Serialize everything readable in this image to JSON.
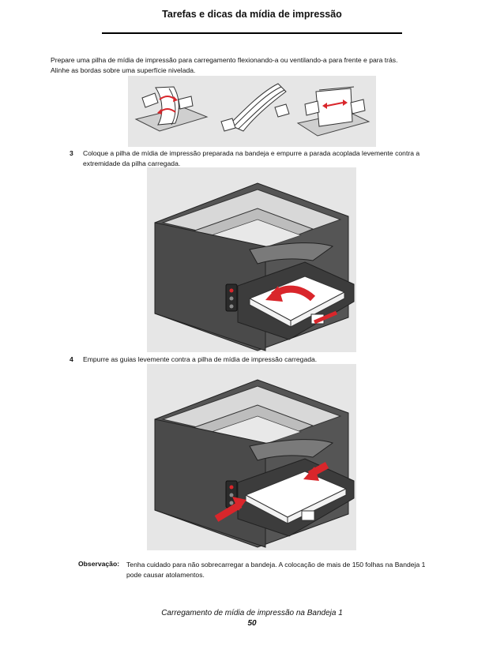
{
  "header": {
    "title": "Tarefas e dicas da mídia de impressão"
  },
  "intro": {
    "line1": "Prepare uma pilha de mídia de impressão para carregamento flexionando-a ou ventilando-a para frente e para trás.",
    "line2": "Alinhe as bordas sobre uma superfície nivelada."
  },
  "steps": [
    {
      "number": "3",
      "line1": "Coloque a pilha de mídia de impressão preparada na bandeja e empurre a parada acoplada levemente contra a",
      "line2": "extremidade da pilha carregada."
    },
    {
      "number": "4",
      "line1": "Empurre as guias levemente contra a pilha de mídia de impressão carregada."
    }
  ],
  "note": {
    "label": "Observação:",
    "line1": "Tenha cuidado para não sobrecarregar a bandeja. A colocação de mais de 150 folhas na Bandeja 1",
    "line2": "pode causar atolamentos."
  },
  "footer": {
    "title": "Carregamento de mídia de impressão na Bandeja 1",
    "page": "50"
  },
  "colors": {
    "figure_bg": "#e6e6e6",
    "arrow": "#d9262b",
    "printer_dark": "#4a4a4a"
  }
}
